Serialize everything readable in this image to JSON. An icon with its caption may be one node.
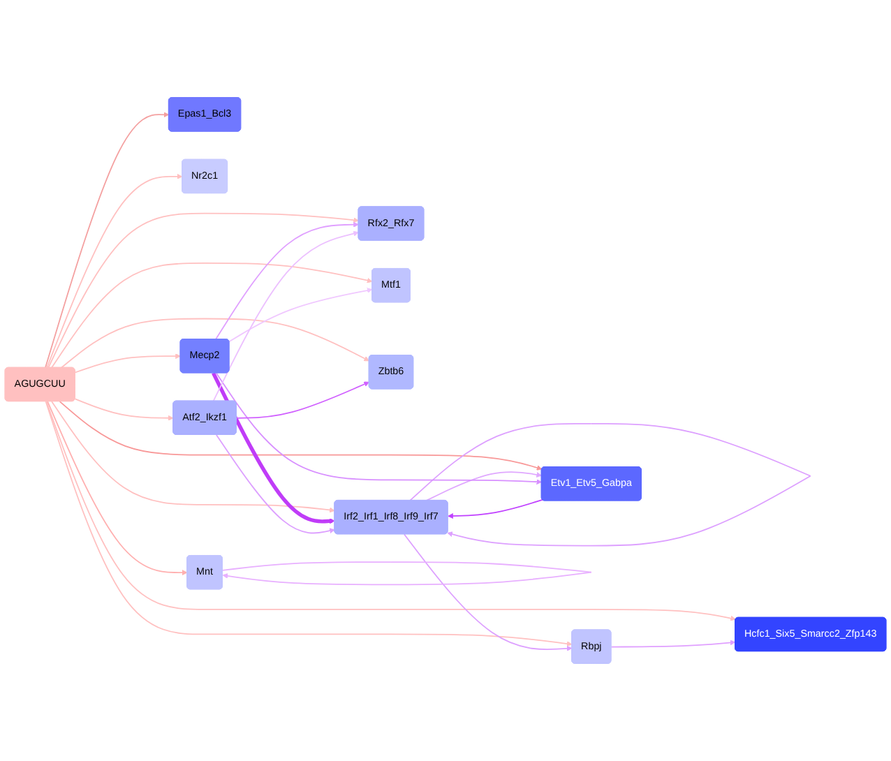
{
  "diagram": {
    "nodes": [
      {
        "text": [
          "AGUGCUU"
        ]
      },
      {
        "text": [
          "Rbpj"
        ]
      },
      {
        "text": [
          "Irf2_Irf1_Irf8_Irf9_Irf7"
        ]
      },
      {
        "text": [
          "Epas1_Bcl3"
        ]
      },
      {
        "text": [
          "Etv1_Etv5_Gabpa"
        ]
      },
      {
        "text": [
          "Mecp2"
        ]
      },
      {
        "text": [
          "Hcfc1_Six5_Smarcc2_Zfp143"
        ]
      },
      {
        "text": [
          "Rfx2_Rfx7"
        ]
      },
      {
        "text": [
          "Nr2c1"
        ]
      },
      {
        "text": [
          "Mtf1"
        ]
      },
      {
        "text": [
          "Mnt"
        ]
      },
      {
        "text": [
          "Atf2_Ikzf1"
        ]
      },
      {
        "text": [
          "Zbtb6"
        ]
      }
    ],
    "edges": [
      {
        "from": 0,
        "to": 1,
        "arrow": "to"
      },
      {
        "from": 0,
        "to": 2,
        "arrow": "to"
      },
      {
        "from": 0,
        "to": 3,
        "arrow": "to",
        "color": "#f4a0a0"
      },
      {
        "from": 0,
        "to": 4,
        "arrow": "to",
        "color": "#f89898"
      },
      {
        "from": 0,
        "to": 5,
        "arrow": "to"
      },
      {
        "from": 0,
        "to": 6,
        "arrow": "to"
      },
      {
        "from": 0,
        "to": 7,
        "arrow": "to"
      },
      {
        "from": 0,
        "to": 8,
        "arrow": "to"
      },
      {
        "from": 0,
        "to": 9,
        "arrow": "to"
      },
      {
        "from": 0,
        "to": 10,
        "arrow": "to",
        "color": "#ffb0b0"
      },
      {
        "from": 0,
        "to": 11,
        "arrow": "to"
      },
      {
        "from": 0,
        "to": 12,
        "arrow": "to"
      },
      {
        "from": 2,
        "to": 1,
        "arrow": "to",
        "color": "#dda0ff"
      },
      {
        "from": 2,
        "to": 2,
        "arrow": "to",
        "color": "#dda0ff"
      },
      {
        "from": 4,
        "to": 2,
        "arrow": "to",
        "color": "#c040ff"
      },
      {
        "from": 2,
        "to": 4,
        "arrow": "to",
        "color": "#e0a8ff"
      },
      {
        "from": 5,
        "to": 2,
        "arrow": "to",
        "style": "thick",
        "color": "#c03cf8"
      },
      {
        "from": 5,
        "to": 4,
        "arrow": "to",
        "color": "#d890ff"
      },
      {
        "from": 5,
        "to": 7,
        "arrow": "to",
        "color": "#e0a0ff"
      },
      {
        "from": 5,
        "to": 9,
        "arrow": "to",
        "color": "#f0c8ff"
      },
      {
        "from": 1,
        "to": 6,
        "arrow": "to",
        "color": "#e0a0ff"
      },
      {
        "from": 11,
        "to": 2,
        "arrow": "to",
        "color": "#dda0ff"
      },
      {
        "from": 11,
        "to": 7,
        "arrow": "to",
        "color": "#ecc0ff"
      },
      {
        "from": 11,
        "to": 12,
        "arrow": "to",
        "color": "#d060ff"
      },
      {
        "from": 10,
        "to": 10,
        "arrow": "to",
        "color": "#e8b0ff"
      }
    ]
  }
}
